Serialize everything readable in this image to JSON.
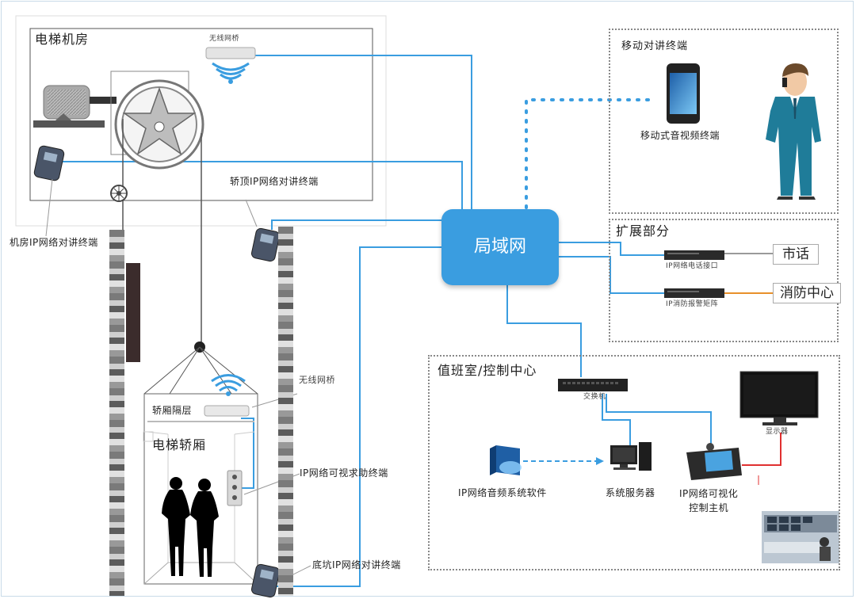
{
  "labels": {
    "machine_room": "电梯机房",
    "wireless_bridge_top": "无线网桥",
    "machine_room_terminal": "机房IP网络对讲终端",
    "car_top_terminal": "轿顶IP网络对讲终端",
    "lan": "局域网",
    "mobile_section": "移动对讲终端",
    "mobile_terminal": "移动式音视频终端",
    "expansion_section": "扩展部分",
    "phone_interface": "IP网络电话接口",
    "fire_alarm_matrix": "IP消防报警矩阵",
    "city_phone": "市话",
    "fire_center": "消防中心",
    "control_section": "值班室/控制中心",
    "switch": "交换机",
    "monitor": "显示器",
    "audio_software": "IP网络音频系统软件",
    "system_server": "系统服务器",
    "visual_host": "IP网络可视化\n控制主机",
    "wireless_bridge_car": "无线网桥",
    "car_interlayer": "轿厢隔层",
    "elevator_car": "电梯轿厢",
    "car_help_terminal": "IP网络可视求助终端",
    "pit_terminal": "底坑IP网络对讲终端"
  },
  "colors": {
    "wire": "#3a9de0",
    "lan": "#3a9de0",
    "fire_line": "#e8902a",
    "alarm_line": "#e03030",
    "phone_line": "#9a9a9a"
  }
}
